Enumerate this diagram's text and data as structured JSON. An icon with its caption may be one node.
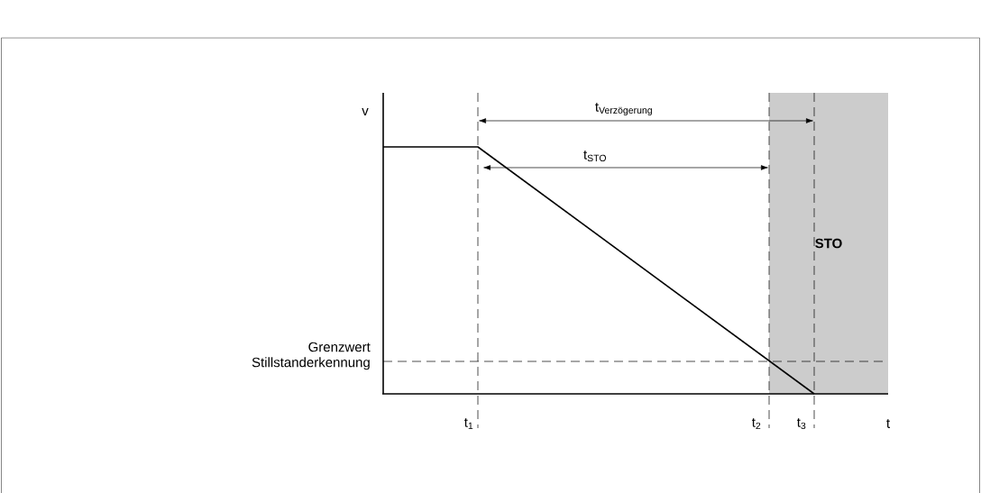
{
  "diagram": {
    "nodes": [
      {
        "text": [
          "STO"
        ]
      }
    ],
    "edges": [],
    "labels": [
      "v",
      "\\text{t}_{\\text{Verzögerung}}",
      "t$_{STO}$",
      "Grenzwert Stillstanderkennung",
      "t$_{1}$",
      "t$_{2}$",
      "t$_{3}$",
      "t"
    ]
  }
}
